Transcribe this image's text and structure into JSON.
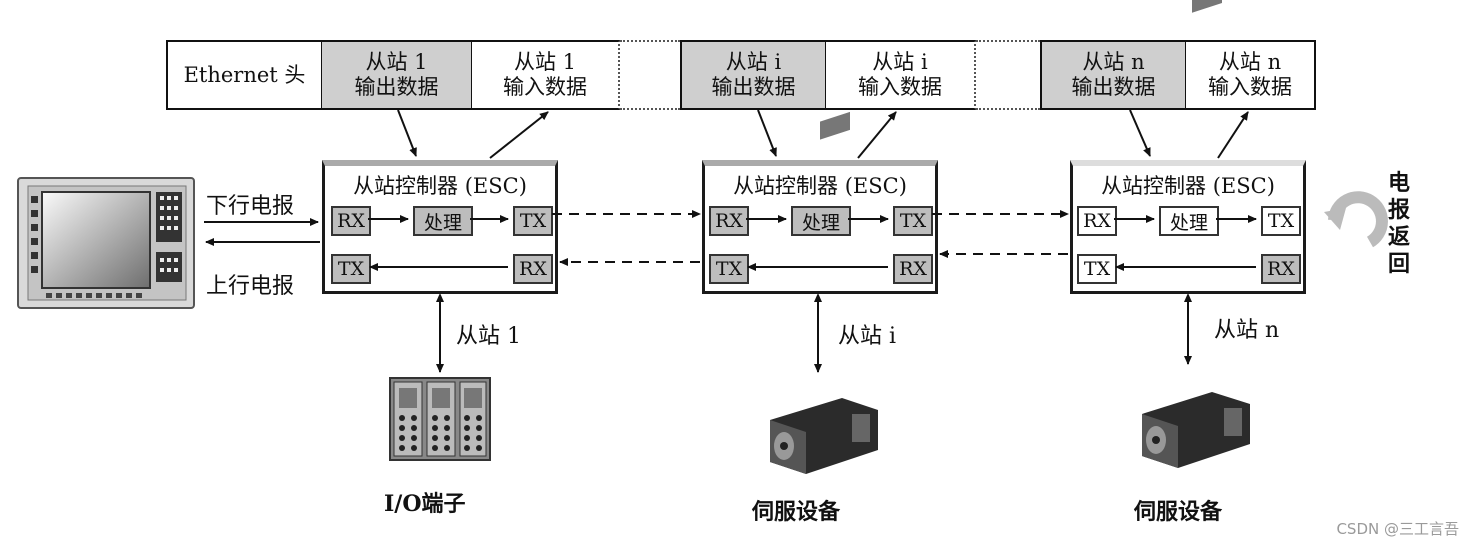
{
  "frame": {
    "header": "Ethernet 头",
    "slave1_out": [
      "从站 1",
      "输出数据"
    ],
    "slave1_in": [
      "从站 1",
      "输入数据"
    ],
    "slavei_out": [
      "从站 i",
      "输出数据"
    ],
    "slavei_in": [
      "从站 i",
      "输入数据"
    ],
    "slaven_out": [
      "从站 n",
      "输出数据"
    ],
    "slaven_in": [
      "从站 n",
      "输入数据"
    ]
  },
  "esc": {
    "title": "从站控制器 (ESC)",
    "rx": "RX",
    "tx": "TX",
    "process": "处理"
  },
  "master": {
    "downlink": "下行电报",
    "uplink": "上行电报"
  },
  "slaves": {
    "s1": "从站 1",
    "si": "从站 i",
    "sn": "从站 n"
  },
  "devices": {
    "io": "I/O端子",
    "servo_i": "伺服设备",
    "servo_n": "伺服设备"
  },
  "return_label": [
    "电",
    "报",
    "返",
    "回"
  ],
  "watermark": "CSDN @三工言吾"
}
